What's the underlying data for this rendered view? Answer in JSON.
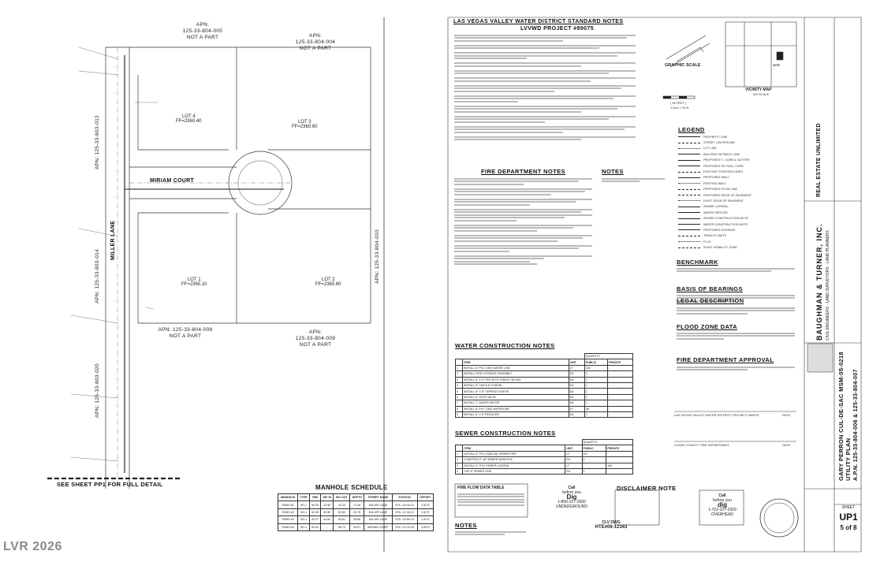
{
  "watermark": "LVR 2026",
  "site_plan": {
    "apn_top_left": [
      "APN:",
      "125-33-804-005",
      "NOT A PART"
    ],
    "apn_top_right": [
      "APN:",
      "125-33-804-004",
      "NOT A PART"
    ],
    "apn_bottom_left": [
      "APN: 125-33-804-008",
      "NOT A PART"
    ],
    "apn_bottom_right": [
      "APN:",
      "125-33-804-009",
      "NOT A PART"
    ],
    "apn_left_1": "APN: 125-33-803-012",
    "apn_left_2": "APN: 125-33-803-014",
    "apn_left_3": "APN: 125-33-803-020",
    "apn_right_1": "APN: 125-33-804-010",
    "street_miriam": "MIRIAM COURT",
    "street_miller": "MILLER LANE",
    "lot_1": [
      "LOT 1",
      "FF=2365.10"
    ],
    "lot_2": [
      "LOT 2",
      "FF=2365.60"
    ],
    "lot_3": [
      "LOT 3",
      "FF=2360.60"
    ],
    "lot_4": [
      "LOT 4",
      "FF=2360.40"
    ],
    "see_sheet": "SEE SHEET PP1 FOR FULL DETAIL"
  },
  "manhole_schedule": {
    "title": "MANHOLE SCHEDULE",
    "headers": [
      "MANHOLE",
      "TYPE",
      "RIM",
      "INV IN",
      "INV OUT",
      "DEPTH",
      "STREET NAME",
      "STATION",
      "OFFSET"
    ],
    "rows": [
      [
        "SSMH #1",
        "SD-1",
        "59.26",
        "42.50",
        "42.20",
        "17.06",
        "MILLER LANE",
        "STA. 10+44.22",
        "1.52 R"
      ],
      [
        "SSMH #2",
        "SD-1",
        "62.35",
        "52.80",
        "52.60",
        "09.75",
        "MILLER LANE",
        "STA. 11+44.22",
        "1.52 R"
      ],
      [
        "SSMH #3",
        "SD-1",
        "63.27",
        "54.81",
        "54.61",
        "08.66",
        "MILLER LANE",
        "STA. 13+69.13",
        "1.52 R"
      ],
      [
        "SSMH #4",
        "SD-1",
        "63.40",
        "-",
        "58.73",
        "05.67",
        "MIRIAM COURT",
        "STA. 13+10.40",
        "3.05 R"
      ]
    ]
  },
  "district_notes": {
    "title": "LAS VEGAS VALLEY WATER DISTRICT STANDARD NOTES",
    "project": "LVVWD PROJECT #89075"
  },
  "fire_notes": {
    "title": "FIRE DEPARTMENT NOTES"
  },
  "notes": {
    "title": "NOTES"
  },
  "water_table": {
    "title": "WATER CONSTRUCTION NOTES",
    "headers": [
      "",
      "ITEM",
      "UNIT",
      "PUBLIC",
      "PRIVATE"
    ],
    "quantity_label": "QUANTITY",
    "rows": [
      [
        "1",
        "INSTALL 8\" PVC C900 WATER LINE",
        "LF",
        "163",
        "-"
      ],
      [
        "2",
        "INSTALL FIRE HYDRANT ASSEMBLY",
        "EA",
        "1",
        "-"
      ],
      [
        "3",
        "INSTALL 8\" X 6\" TEE WITH THRUST BLOCK",
        "EA",
        "1",
        "-"
      ],
      [
        "4",
        "INSTALL 8\" CAP & 8\" ELBOW",
        "EA",
        "1",
        "-"
      ],
      [
        "5",
        "INSTALL 8\" X 8\" TAPPING SLEEVE",
        "EA",
        "1",
        "-"
      ],
      [
        "6",
        "INSTALL 8\" GATE VALVE",
        "EA",
        "1",
        "-"
      ],
      [
        "7",
        "INSTALL 1\" WATER METER",
        "EA",
        "1",
        "-"
      ],
      [
        "8",
        "INSTALL 8\" PVC C900 WATERLINE",
        "LF",
        "36",
        "-"
      ],
      [
        "9",
        "INSTALL 8\" X 8\" REDUCER",
        "EA",
        "1",
        "-"
      ]
    ]
  },
  "sewer_table": {
    "title": "SEWER CONSTRUCTION NOTES",
    "headers": [
      "",
      "ITEM",
      "UNIT",
      "PUBLIC",
      "PRIVATE"
    ],
    "quantity_label": "QUANTITY",
    "rows": [
      [
        "1",
        "INSTALL 8\" PVC (SDR-35) SEWER PIPE",
        "LF",
        "327",
        "-"
      ],
      [
        "2",
        "CONSTRUCT 48\" SEWER MANHOLE",
        "EA",
        "4",
        "-"
      ],
      [
        "3",
        "INSTALL 4\" PVC SEWER LATERAL",
        "LF",
        "-",
        "146"
      ],
      [
        "4",
        "CAP 8\" SEWER LINE",
        "EA",
        "1",
        "-"
      ]
    ]
  },
  "fire_flow": {
    "title": "FIRE FLOW DATA TABLE"
  },
  "disclaimer": {
    "title": "DISCLAIMER NOTE"
  },
  "graphic_scale": {
    "title": "GRAPHIC SCALE",
    "unit": "( IN FEET )",
    "ratio": "1 inch = 30 ft."
  },
  "vicinity": {
    "title": "VICINITY MAP",
    "scale": "NO SCALE",
    "site": "SITE"
  },
  "legend": {
    "title": "LEGEND",
    "items": [
      "PROPERTY LINE",
      "STREET CENTERLINE",
      "LOT LINE",
      "BUILDING SETBACK LINE",
      "PROPOSED 'L' CURB & GUTTER",
      "PROPOSED 30\" ROLL CURB",
      "EXISTING CONTOUR LINES",
      "PROPOSED WALL",
      "EXISTING WALL",
      "PROPOSED FLOW LINE",
      "PROPOSED EDGE OF PAVEMENT",
      "EXIST. EDGE OF PAVEMENT",
      "SEWER LATERAL",
      "WATER SERVICE",
      "SEWER CONSTRUCTION NOTE",
      "WATER CONSTRUCTION NOTE",
      "PROPOSED HYDRANT",
      "TRENCH LIMITS",
      "P.U.E.",
      "SIGHT VISIBILITY ZONE"
    ]
  },
  "sections": {
    "benchmark": "BENCHMARK",
    "bearings": "BASIS OF BEARINGS",
    "legal": "LEGAL DESCRIPTION",
    "flood": "FLOOD ZONE DATA",
    "fire_approval": "FIRE DEPARTMENT APPROVAL"
  },
  "title_block": {
    "company": "BAUGHMAN & TURNER, INC.",
    "services": "CIVIL ENGINEERS · LAND SURVEYORS · LAND PLANNERS",
    "owner": "REAL ESTATE UNLIMITED",
    "project_line_1": "GARY PERRON CUL-DE-SAC MSM-05-0218",
    "project_line_2": "UTILITY PLAN",
    "apn_line": "A.P.N. 125-33-804-006 & 125-33-804-007",
    "sheet_label": "SHEET",
    "sheet_id": "UP1",
    "sheet_of": "5 of 8",
    "clv_dwg": "CLV DWG",
    "dwg_no": "HTE#06-12343"
  },
  "call_811": {
    "left": [
      "Call",
      "before you",
      "Dig",
      "1-800-227-2600"
    ],
    "right": [
      "Call",
      "before you",
      "dig",
      "1-702-227-2929"
    ],
    "left_caption": "UNDERGROUND",
    "right_caption": "OVERHEAD"
  },
  "signature_lines": {
    "district": "LAS VEGAS VALLEY WATER DISTRICT-PROJECT #89075",
    "county": "CLARK COUNTY FIRE DEPARTMENT",
    "date": "DATE"
  }
}
